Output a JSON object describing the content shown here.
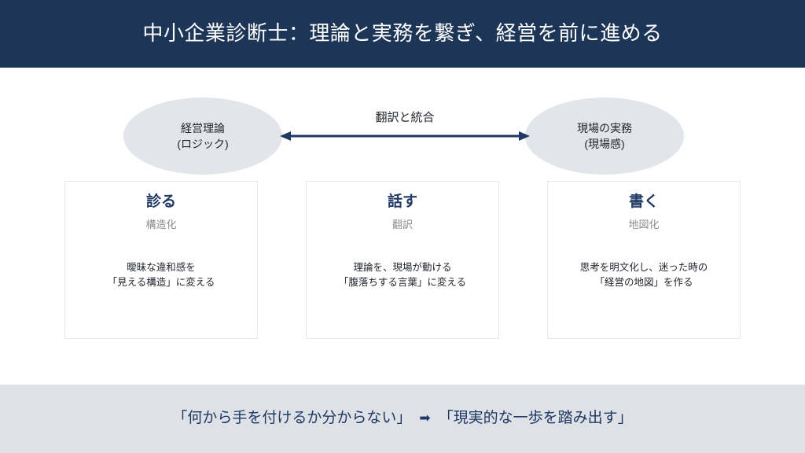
{
  "header": {
    "title": "中小企業診断士：理論と実務を繋ぎ、経営を前に進める",
    "background_color": "#1d3557",
    "text_color": "#ffffff"
  },
  "diagram": {
    "left_node": {
      "line1": "経営理論",
      "line2": "(ロジック)",
      "shape": "ellipse",
      "fill_color": "#e2e6ea"
    },
    "right_node": {
      "line1": "現場の実務",
      "line2": "(現場感)",
      "shape": "ellipse",
      "fill_color": "#e2e6ea"
    },
    "connector": {
      "label": "翻訳と統合",
      "style": "double-headed-arrow",
      "color": "#1f3864"
    }
  },
  "cards": [
    {
      "title": "診る",
      "subtitle": "構造化",
      "body_line1": "曖昧な違和感を",
      "body_line2": "「見える構造」に変える"
    },
    {
      "title": "話す",
      "subtitle": "翻訳",
      "body_line1": "理論を、現場が動ける",
      "body_line2": "「腹落ちする言葉」に変える"
    },
    {
      "title": "書く",
      "subtitle": "地図化",
      "body_line1": "思考を明文化し、迷った時の",
      "body_line2": "「経営の地図」を作る"
    }
  ],
  "footer": {
    "before_text": "「何から手を付けるか分からない」",
    "arrow_icon": "➡",
    "after_text": "「現実的な一歩を踏み出す」",
    "background_color": "#dee1e6",
    "text_color": "#1f3864"
  }
}
